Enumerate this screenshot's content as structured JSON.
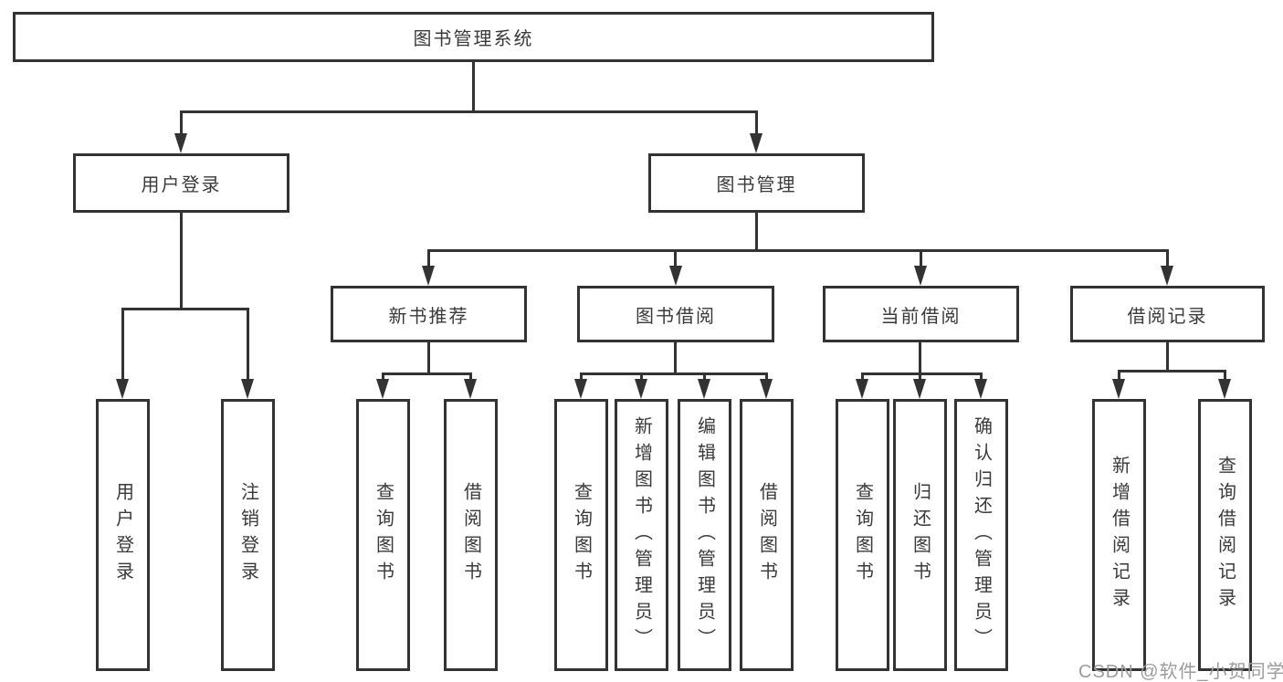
{
  "diagram": {
    "title": "图书管理系统",
    "colors": {
      "line": "#333333",
      "box_border": "#333333",
      "text": "#3a3a3a",
      "watermark": "#9c9c9c",
      "background": "#ffffff"
    },
    "root": {
      "label": "图书管理系统"
    },
    "level2": [
      {
        "label": "用户登录"
      },
      {
        "label": "图书管理"
      }
    ],
    "level3": [
      {
        "label": "新书推荐"
      },
      {
        "label": "图书借阅"
      },
      {
        "label": "当前借阅"
      },
      {
        "label": "借阅记录"
      }
    ],
    "leaves": [
      {
        "label": "用户登录"
      },
      {
        "label": "注销登录"
      },
      {
        "label": "查询图书"
      },
      {
        "label": "借阅图书"
      },
      {
        "label": "查询图书"
      },
      {
        "label": "新增图书（管理员）"
      },
      {
        "label": "编辑图书（管理员）"
      },
      {
        "label": "借阅图书"
      },
      {
        "label": "查询图书"
      },
      {
        "label": "归还图书"
      },
      {
        "label": "确认归还（管理员）"
      },
      {
        "label": "新增借阅记录"
      },
      {
        "label": "查询借阅记录"
      }
    ],
    "hierarchy": {
      "图书管理系统": {
        "用户登录": [
          "用户登录",
          "注销登录"
        ],
        "图书管理": {
          "新书推荐": [
            "查询图书",
            "借阅图书"
          ],
          "图书借阅": [
            "查询图书",
            "新增图书（管理员）",
            "编辑图书（管理员）",
            "借阅图书"
          ],
          "当前借阅": [
            "查询图书",
            "归还图书",
            "确认归还（管理员）"
          ],
          "借阅记录": [
            "新增借阅记录",
            "查询借阅记录"
          ]
        }
      }
    },
    "watermark": "CSDN @软件_小贺同学"
  }
}
